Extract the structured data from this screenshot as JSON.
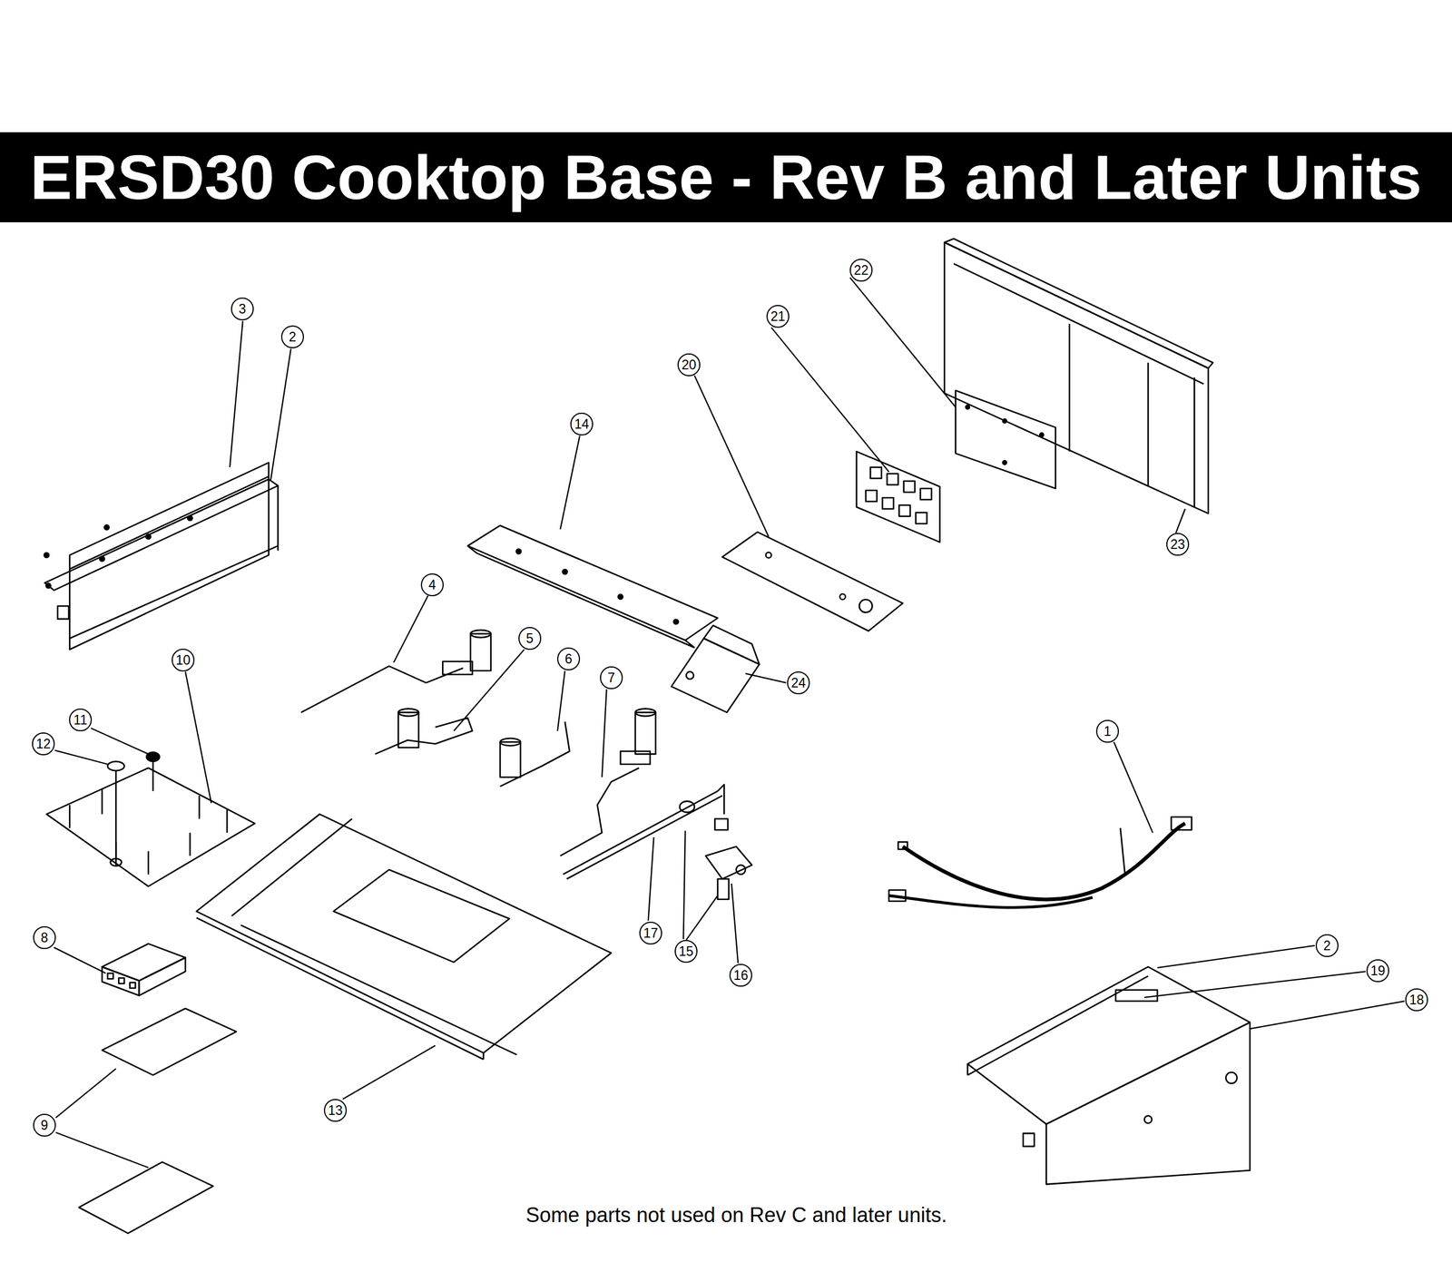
{
  "diagram": {
    "title": "ERSD30 Cooktop Base - Rev B and Later Units",
    "caption": "Some parts not used on Rev C and later units.",
    "labels": [
      "22",
      "21",
      "3",
      "2",
      "20",
      "14",
      "23",
      "4",
      "24",
      "5",
      "6",
      "7",
      "10",
      "11",
      "1",
      "12",
      "17",
      "15",
      "16",
      "8",
      "2",
      "19",
      "18",
      "13",
      "9"
    ]
  }
}
